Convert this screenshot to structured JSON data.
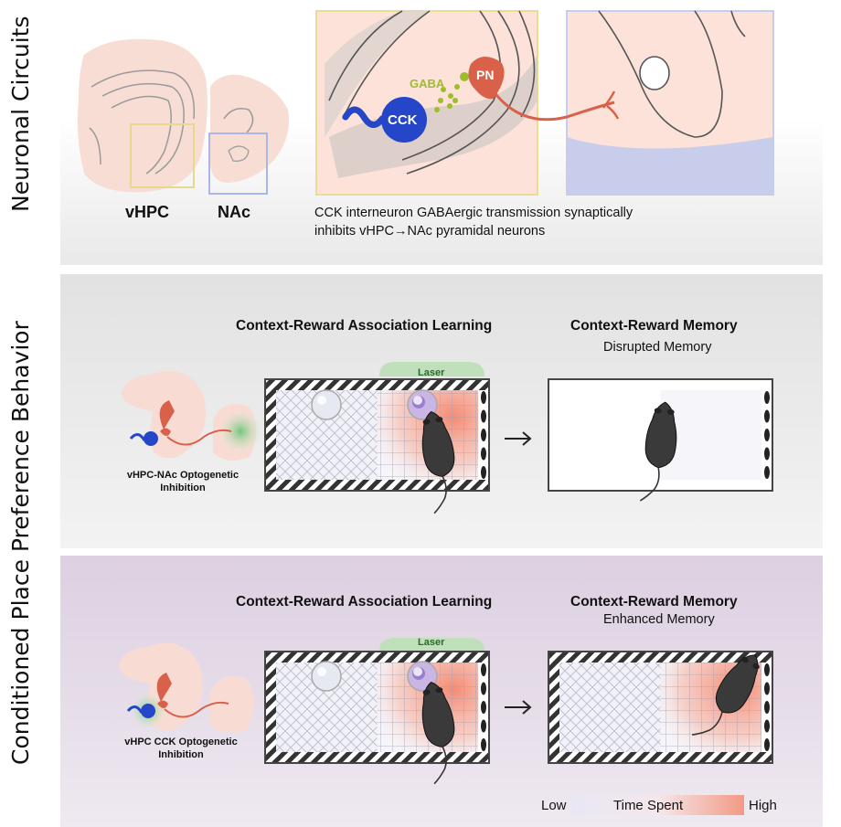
{
  "section_labels": {
    "circuits": "Neuronal Circuits",
    "behavior": "Conditioned Place Preference Behavior"
  },
  "circuits": {
    "region_vhpc": "vHPC",
    "region_nac": "NAc",
    "label_gaba": "GABA",
    "label_pn": "PN",
    "label_cck": "CCK",
    "caption_line1": "CCK interneuron GABAergic transmission synaptically",
    "caption_line2": "inhibits vHPC→NAc pyramidal neurons"
  },
  "experiments": [
    {
      "inhibition_line1": "vHPC-NAc Optogenetic",
      "inhibition_line2": "Inhibition",
      "learning_title": "Context-Reward Association Learning",
      "laser_label": "Laser",
      "memory_title": "Context-Reward Memory",
      "memory_result": "Disrupted Memory"
    },
    {
      "inhibition_line1": "vHPC CCK Optogenetic",
      "inhibition_line2": "Inhibition",
      "learning_title": "Context-Reward Association Learning",
      "laser_label": "Laser",
      "memory_title": "Context-Reward Memory",
      "memory_result": "Enhanced Memory"
    }
  ],
  "legend": {
    "low": "Low",
    "title": "Time Spent",
    "high": "High"
  },
  "colors": {
    "cck_blue": "#2546c9",
    "pn_red": "#d9614a",
    "gaba_green": "#9ebd2a",
    "laser_green": "#bfe0ba",
    "heat_high": "#f4907a",
    "heat_low": "#e8e6f4",
    "vhpc_box": "#e7d98b",
    "nac_box": "#a9b6e6"
  }
}
